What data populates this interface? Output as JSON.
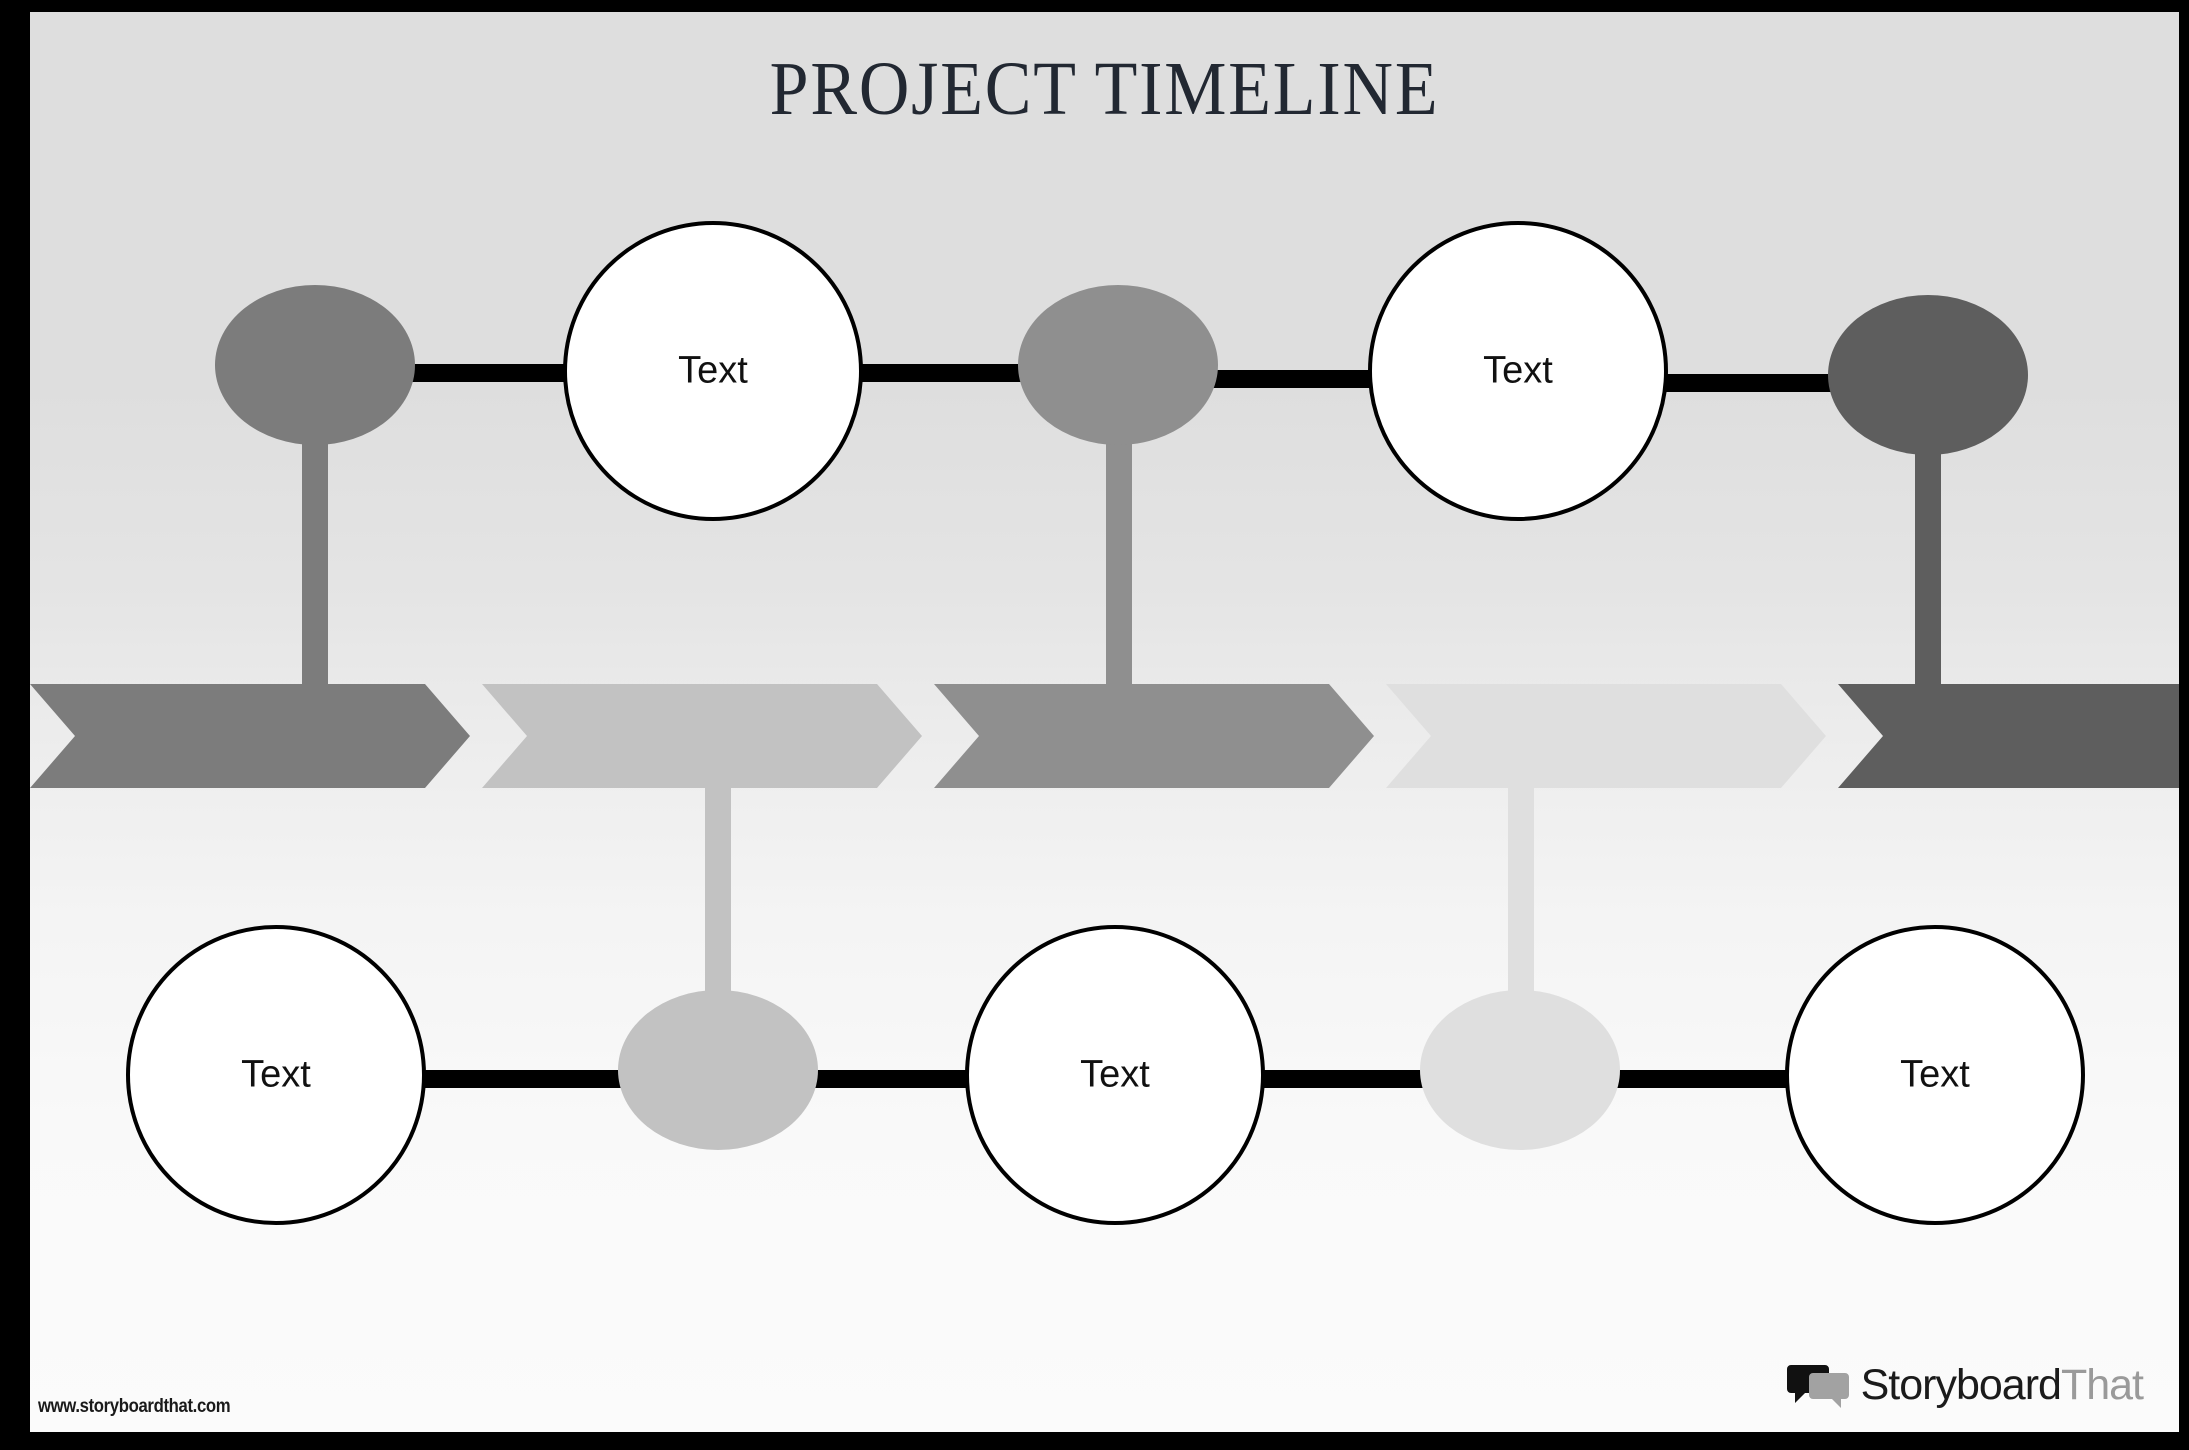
{
  "poster": {
    "title": "PROJECT TIMELINE",
    "background_top": "#dedede",
    "background_bottom": "#fbfbfb",
    "frame_color": "#000000"
  },
  "palette": {
    "stage_1": "#7c7c7c",
    "stage_2": "#c2c2c2",
    "stage_3": "#8f8f8f",
    "stage_4": "#dfdfdf",
    "stage_5": "#5e5e5e",
    "connector": "#000000",
    "outline": "#000000",
    "card_fill": "#ffffff"
  },
  "top_row": {
    "nodes": [
      {
        "name": "milestone-marker-1",
        "kind": "filled",
        "color": "#7c7c7c",
        "label": ""
      },
      {
        "name": "milestone-card-1",
        "kind": "outline",
        "color": "#ffffff",
        "label": "Text"
      },
      {
        "name": "milestone-marker-2",
        "kind": "filled",
        "color": "#8f8f8f",
        "label": ""
      },
      {
        "name": "milestone-card-2",
        "kind": "outline",
        "color": "#ffffff",
        "label": "Text"
      },
      {
        "name": "milestone-marker-3",
        "kind": "filled",
        "color": "#5e5e5e",
        "label": ""
      }
    ]
  },
  "bottom_row": {
    "nodes": [
      {
        "name": "milestone-card-3",
        "kind": "outline",
        "color": "#ffffff",
        "label": "Text"
      },
      {
        "name": "milestone-marker-4",
        "kind": "filled",
        "color": "#c2c2c2",
        "label": ""
      },
      {
        "name": "milestone-card-4",
        "kind": "outline",
        "color": "#ffffff",
        "label": "Text"
      },
      {
        "name": "milestone-marker-5",
        "kind": "filled",
        "color": "#dfdfdf",
        "label": ""
      },
      {
        "name": "milestone-card-5",
        "kind": "outline",
        "color": "#ffffff",
        "label": "Text"
      }
    ]
  },
  "timeline_band": {
    "segments": [
      {
        "name": "timeline-segment-1",
        "color": "#7c7c7c"
      },
      {
        "name": "timeline-segment-2",
        "color": "#c2c2c2"
      },
      {
        "name": "timeline-segment-3",
        "color": "#8f8f8f"
      },
      {
        "name": "timeline-segment-4",
        "color": "#dfdfdf"
      },
      {
        "name": "timeline-segment-5",
        "color": "#5e5e5e"
      }
    ]
  },
  "footer": {
    "url": "www.storyboardthat.com",
    "brand_primary": "Storyboard",
    "brand_secondary": "That"
  }
}
